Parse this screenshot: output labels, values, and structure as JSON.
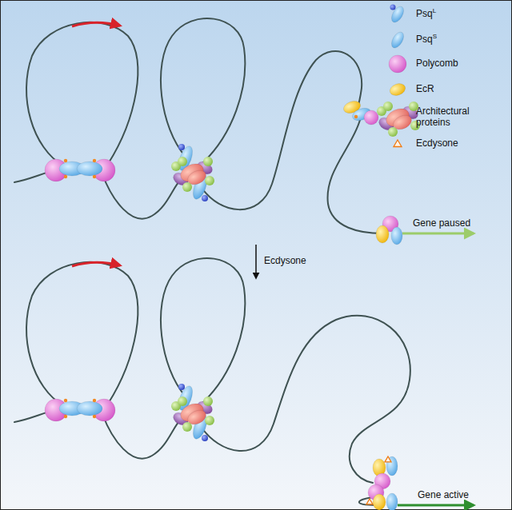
{
  "diagram": {
    "labels": [
      "Gene paused",
      "Ecdysone",
      "Gene active"
    ],
    "legend": [
      {
        "text": "PsqL"
      },
      {
        "text": "PsqS"
      },
      {
        "text": "Polycomb"
      },
      {
        "text": "EcR"
      },
      {
        "text": "Architectural proteins"
      },
      {
        "text": "Ecdysone"
      }
    ]
  }
}
